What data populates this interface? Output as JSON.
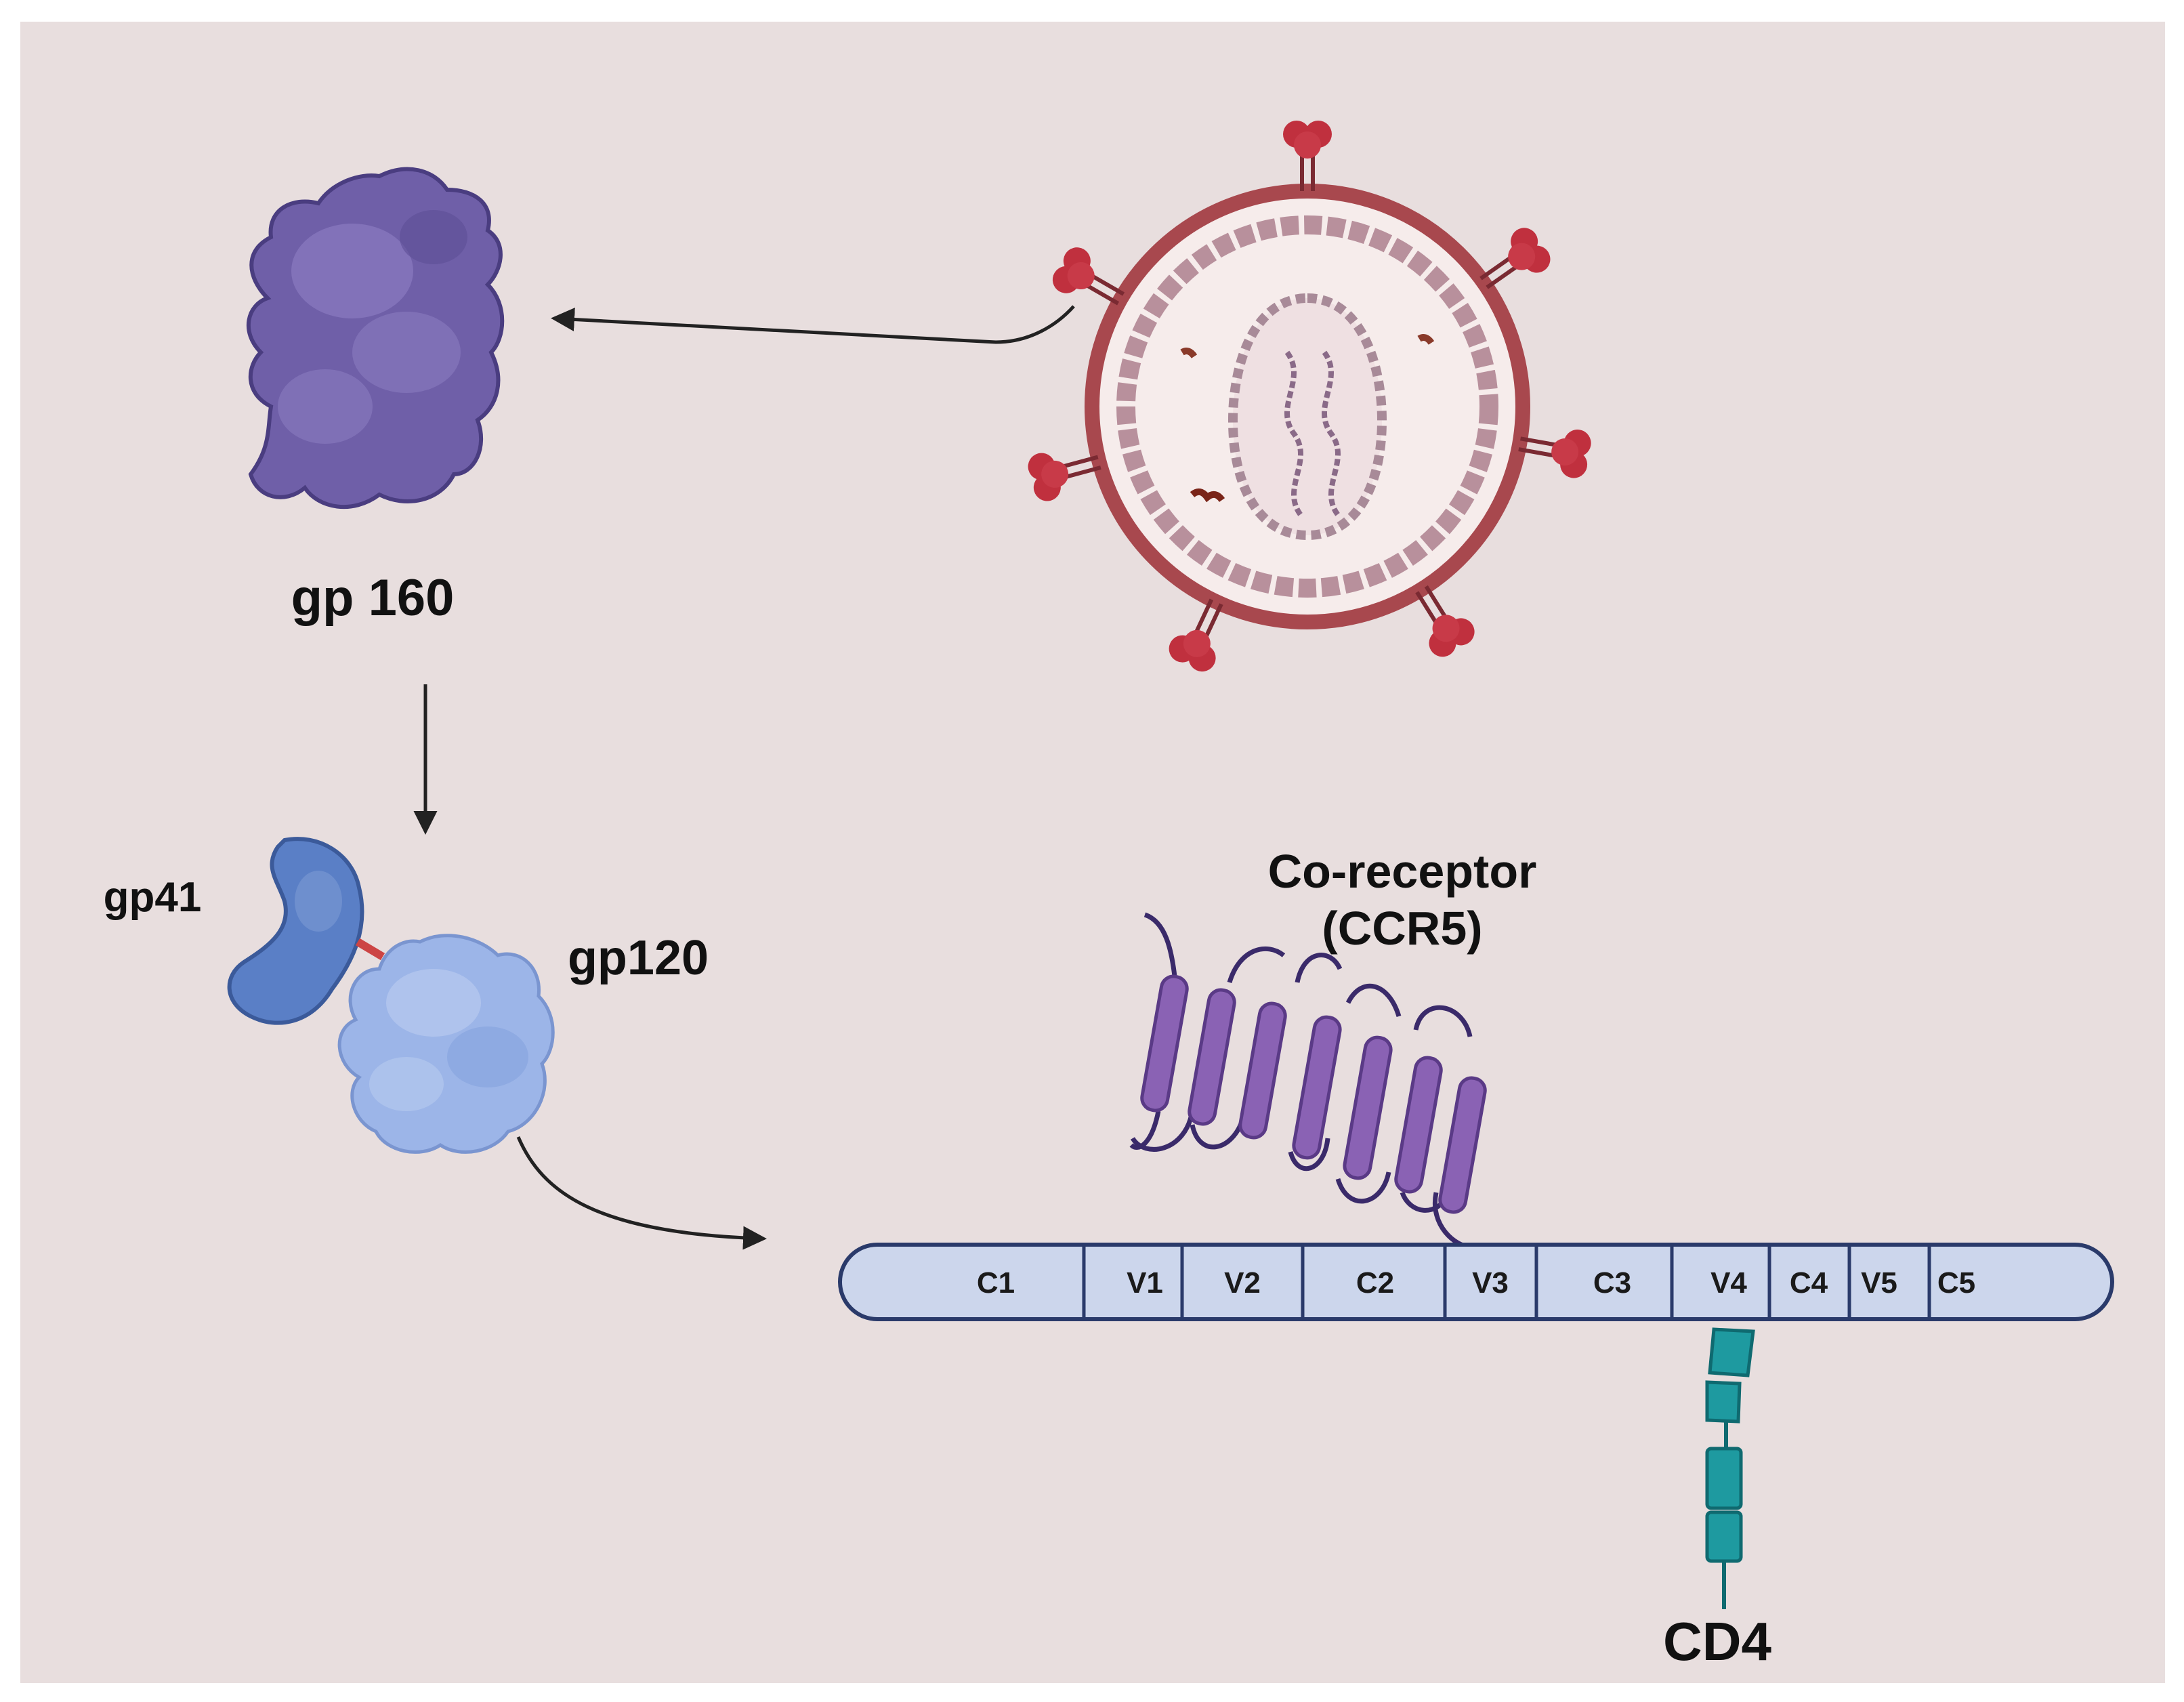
{
  "labels": {
    "gp160": "gp 160",
    "gp41": "gp41",
    "gp120": "gp120",
    "coreceptor_line1": "Co-receptor",
    "coreceptor_line2": "(CCR5)",
    "cd4": "CD4"
  },
  "segments": [
    "C1",
    "V1",
    "V2",
    "C2",
    "V3",
    "C3",
    "V4",
    "C4",
    "V5",
    "C5"
  ],
  "colors": {
    "background": "#e8dede",
    "gp160": "#6f5fa8",
    "gp41": "#5a7fc6",
    "gp120": "#9cb5e8",
    "virus_envelope": "#a8484e",
    "spike": "#c0303e",
    "ccr5": "#8a62b4",
    "cd4": "#1e9aa0",
    "bar_fill": "#ccd6ec",
    "bar_stroke": "#2a3a6a"
  }
}
